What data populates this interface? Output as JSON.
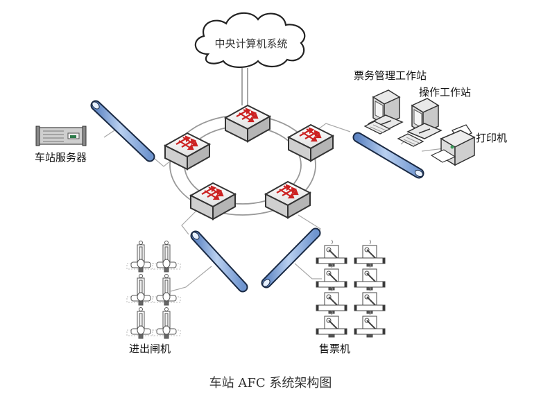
{
  "diagram": {
    "cloud": {
      "label": "中央计算机系统"
    },
    "nodes": {
      "station_server": {
        "label": "车站服务器"
      },
      "ticket_mgmt_workstation": {
        "label": "票务管理工作站"
      },
      "operation_workstation": {
        "label": "操作工作站"
      },
      "printer": {
        "label": "打印机"
      },
      "gates": {
        "label": "进出闸机",
        "count": 6
      },
      "ticket_machines": {
        "label": "售票机",
        "count": 8
      }
    },
    "ring_switches": 5,
    "caption": "车站 AFC 系统架构图",
    "colors": {
      "pipe_fill": "#8fb2e0",
      "switch_arrow": "#cc2222",
      "connector": "#a8a8a8"
    }
  }
}
